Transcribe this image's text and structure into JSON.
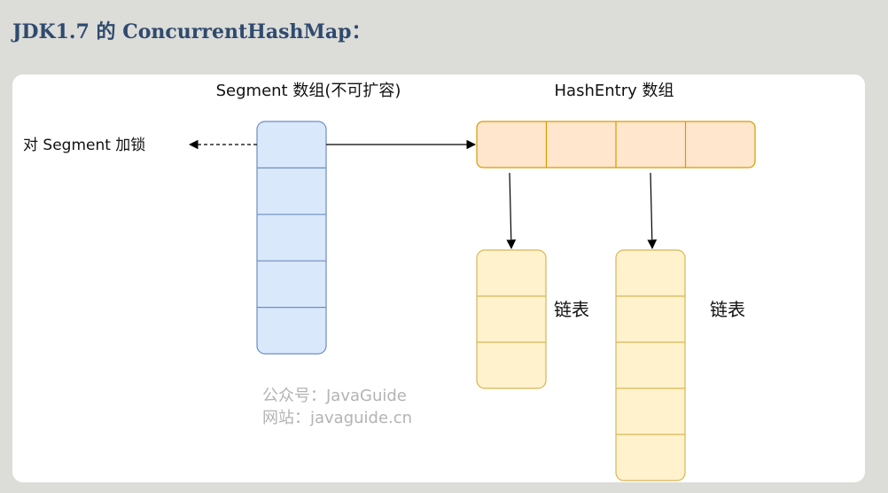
{
  "heading": "JDK1.7 的 ConcurrentHashMap：",
  "diagram": {
    "segment_array_label": "Segment 数组(不可扩容)",
    "hashentry_array_label": "HashEntry 数组",
    "lock_label": "对 Segment 加锁",
    "list_label_1": "链表",
    "list_label_2": "链表",
    "watermark_line1": "公众号：JavaGuide",
    "watermark_line2": "网站：javaguide.cn",
    "segment_count": 5,
    "hashentry_count": 4,
    "list1_node_count": 3,
    "list2_node_count": 5,
    "colors": {
      "segment_fill": "#dae8fc",
      "segment_stroke": "#6c8ebf",
      "hashentry_fill": "#ffe6cc",
      "hashentry_stroke": "#d79b00",
      "list_fill": "#fff2cc",
      "list_stroke": "#d6b656"
    }
  }
}
